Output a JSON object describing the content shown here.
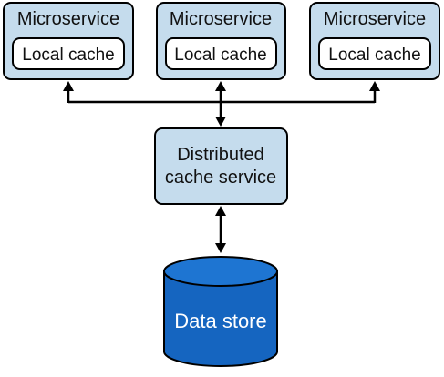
{
  "colors": {
    "service_box": "#c5dced",
    "local_cache_box": "#ffffff",
    "database_fill": "#1565c0",
    "database_top": "#1e75d2",
    "stroke": "#000000"
  },
  "microservices": [
    {
      "title": "Microservice",
      "cache": "Local cache"
    },
    {
      "title": "Microservice",
      "cache": "Local cache"
    },
    {
      "title": "Microservice",
      "cache": "Local cache"
    }
  ],
  "distributed_cache": {
    "line1": "Distributed",
    "line2": "cache service"
  },
  "data_store": {
    "label": "Data store"
  }
}
